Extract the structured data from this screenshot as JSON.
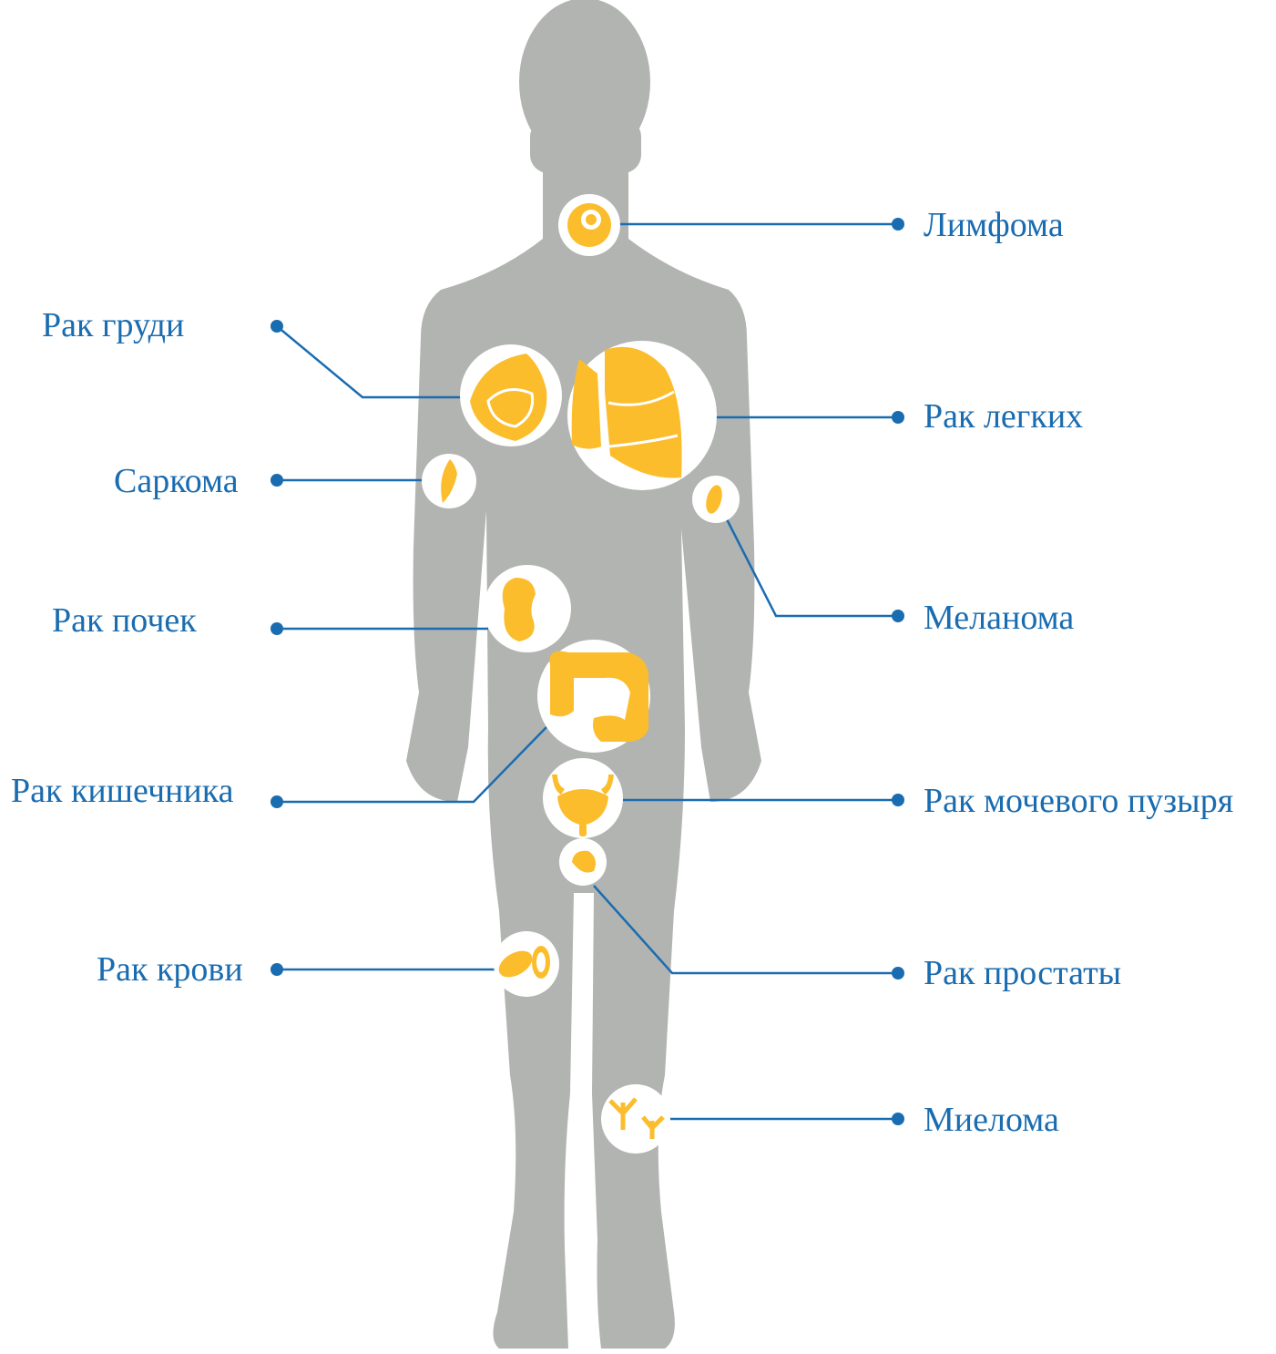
{
  "labels": {
    "lymphoma": "Лимфома",
    "breast": "Рак груди",
    "lung": "Рак легких",
    "sarcoma": "Саркома",
    "melanoma": "Меланома",
    "kidney": "Рак почек",
    "bowel": "Рак кишечника",
    "bladder": "Рак мочевого пузыря",
    "blood": "Рак крови",
    "prostate": "Рак простаты",
    "myeloma": "Миелома"
  },
  "colors": {
    "body": "#b2b4b1",
    "organ": "#fbbd2b",
    "line": "#1a6cb0"
  }
}
